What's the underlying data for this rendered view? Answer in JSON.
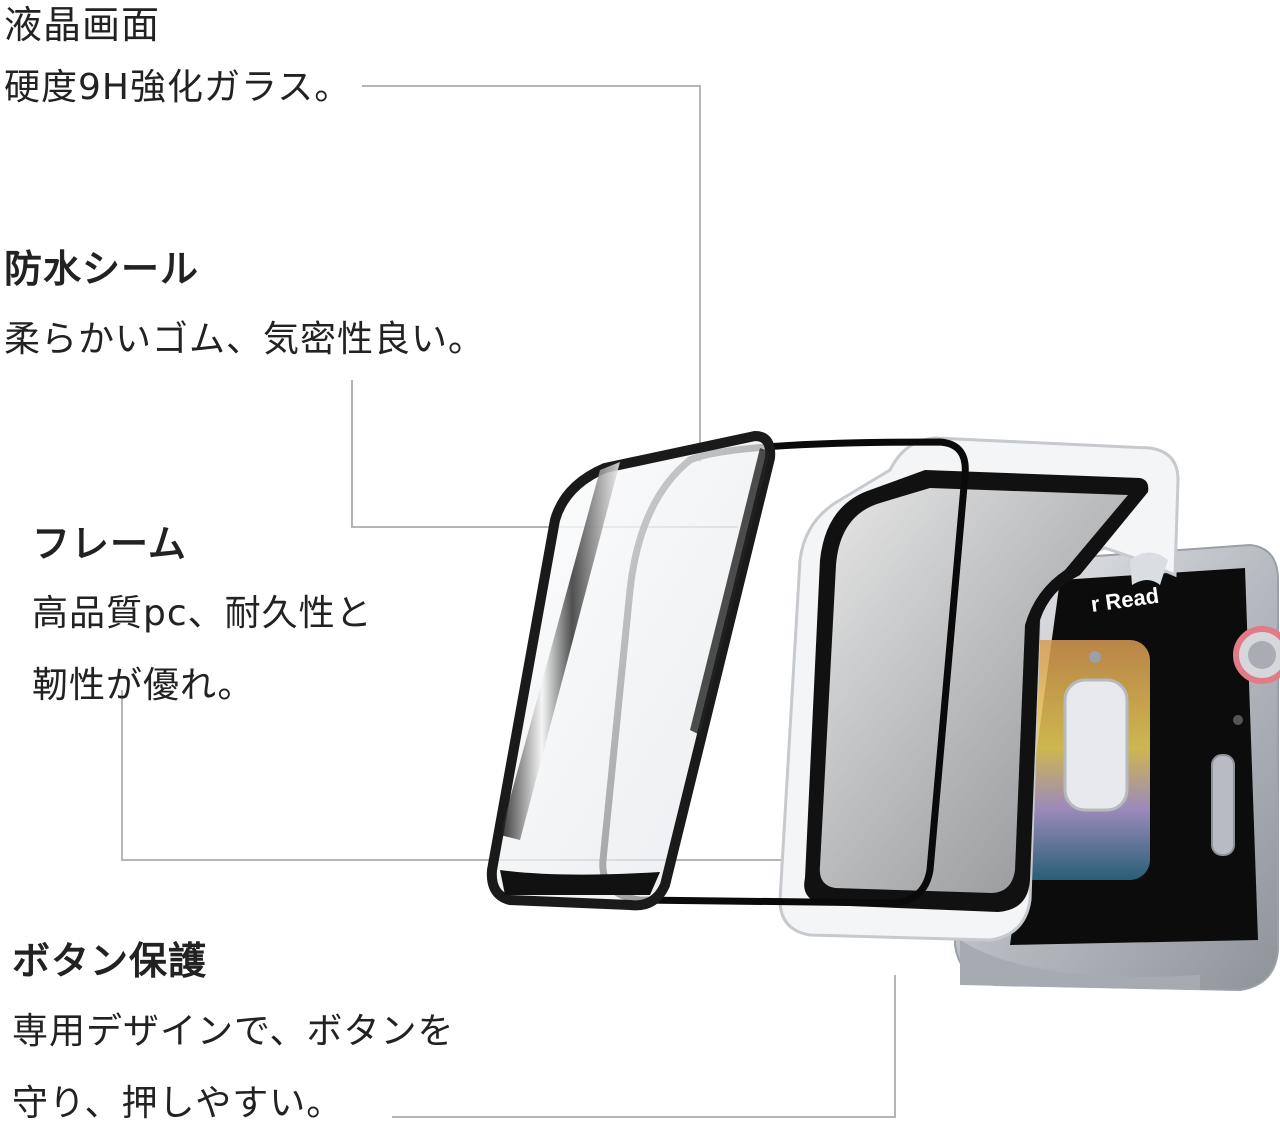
{
  "features": {
    "lcd": {
      "title": "液晶画面",
      "desc_line1": "硬度9H強化ガラス。"
    },
    "seal": {
      "title": "防水シール",
      "desc_line1": "柔らかいゴム、気密性良い。"
    },
    "frame": {
      "title": "フレーム",
      "desc_line1": "高品質pc、耐久性と",
      "desc_line2": "靭性が優れ。"
    },
    "button": {
      "title": "ボタン保護",
      "desc_line1": "専用デザインで、ボタンを",
      "desc_line2": "守り、押しやすい。"
    }
  },
  "product": {
    "screen_text_fragment": "r Read"
  },
  "colors": {
    "text": "#222222",
    "leader_line": "#b5b5b5",
    "case_white": "#f4f5f7",
    "band_black": "#111111",
    "watch_silver": "#c9cdd2",
    "crown_accent": "#e07b8a"
  }
}
